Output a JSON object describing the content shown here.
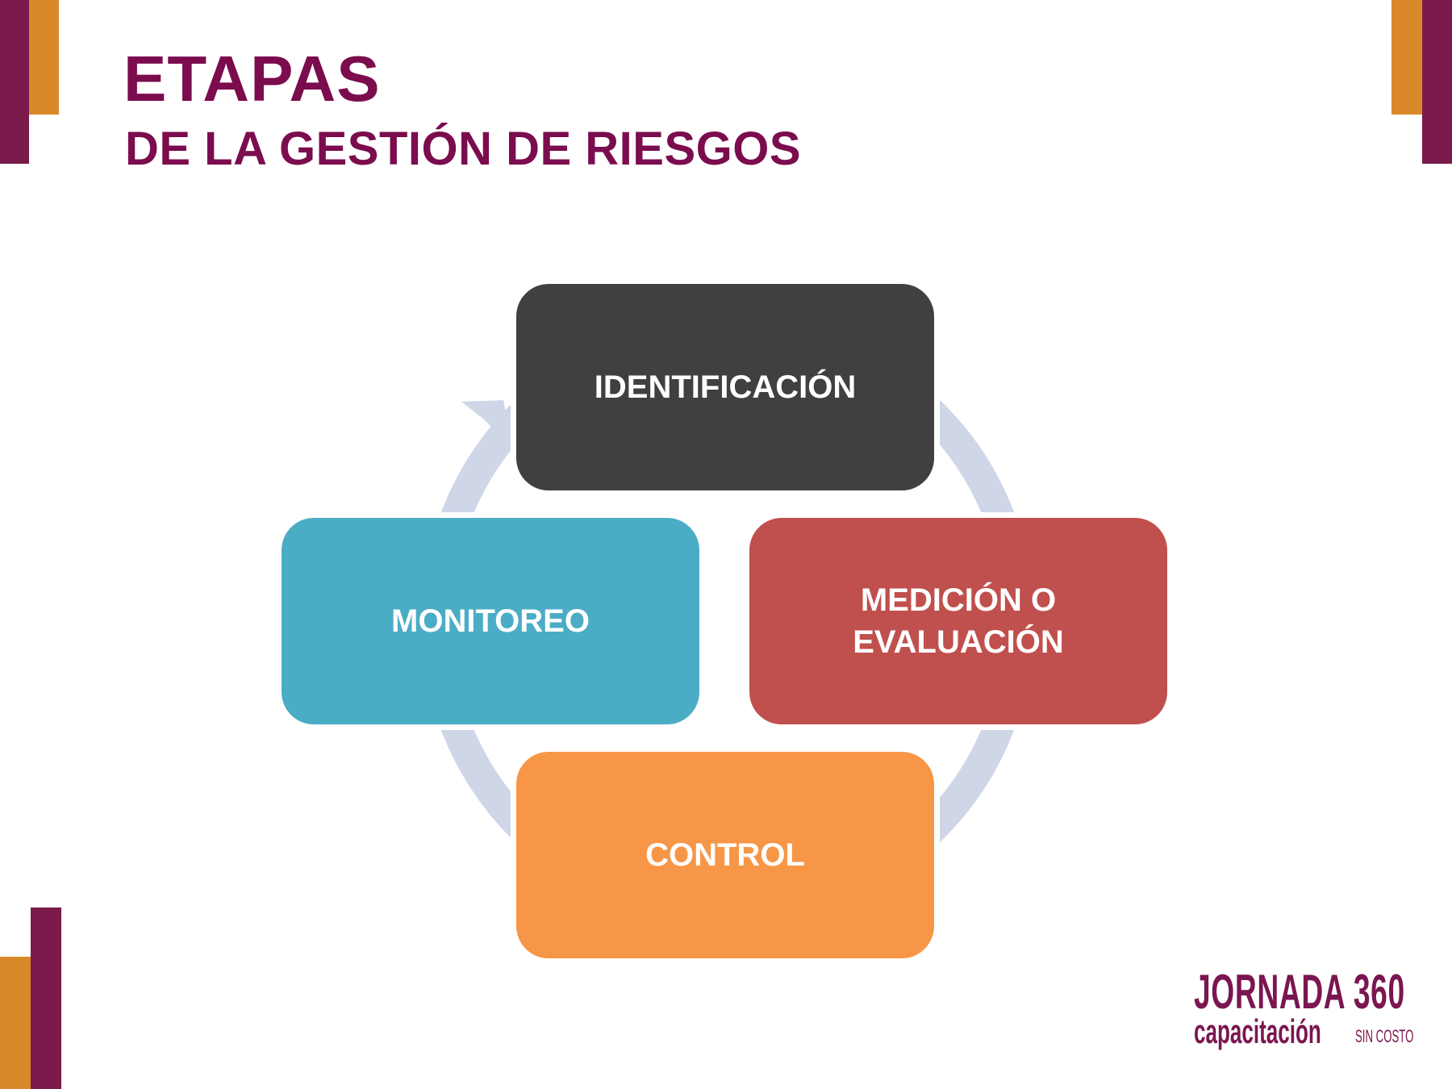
{
  "slide": {
    "title": "ETAPAS",
    "subtitle": "DE LA GESTIÓN DE RIESGOS"
  },
  "diagram": {
    "type": "cycle",
    "stages": [
      {
        "label_lines": [
          "IDENTIFICACIÓN"
        ],
        "color": "#404040"
      },
      {
        "label_lines": [
          "MEDICIÓN O",
          "EVALUACIÓN"
        ],
        "color": "#c0504d"
      },
      {
        "label_lines": [
          "CONTROL"
        ],
        "color": "#f79646"
      },
      {
        "label_lines": [
          "MONITOREO"
        ],
        "color": "#4bacc6"
      }
    ],
    "ring_color": "#cfd6e8"
  },
  "colors": {
    "brand_purple": "#7b1a4b",
    "brand_orange": "#d9892a",
    "title": "#7b0c4e"
  },
  "logo": {
    "line1": "JORNADA 360",
    "line2": "capacitación",
    "tag": "SIN COSTO"
  }
}
